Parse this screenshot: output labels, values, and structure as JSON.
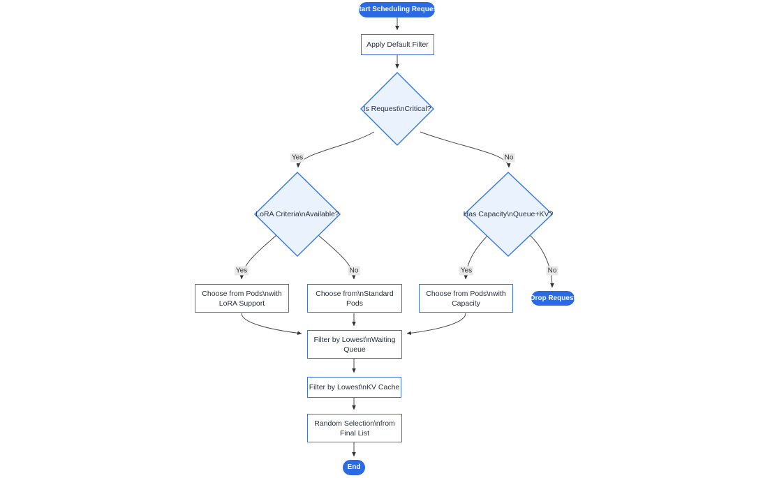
{
  "diagram": {
    "type": "flowchart",
    "direction": "top-down",
    "colors": {
      "terminal_fill": "#2b6ae0",
      "terminal_text": "#ffffff",
      "process_fill": "#ffffff",
      "process_border": "#3c74de",
      "decision_fill": "#eaf3fd",
      "decision_border": "#3b7ce8",
      "text": "#27303f",
      "edge": "#4a4a4a",
      "edge_label_bg": "#e8e8e8"
    },
    "nodes": {
      "start": {
        "label": "Start Scheduling Request",
        "shape": "stadium"
      },
      "apply_filter": {
        "label": "Apply Default Filter",
        "shape": "rect"
      },
      "is_critical": {
        "label": "Is Request\\nCritical?",
        "shape": "diamond"
      },
      "lora_criteria": {
        "label": "LoRA Criteria\\nAvailable?",
        "shape": "diamond"
      },
      "has_capacity": {
        "label": "Has Capacity\\nQueue+KV?",
        "shape": "diamond"
      },
      "choose_lora_pods": {
        "label": [
          "Choose from Pods\\nwith",
          "LoRA Support"
        ],
        "shape": "rect"
      },
      "choose_standard_pods": {
        "label": [
          "Choose from\\nStandard",
          "Pods"
        ],
        "shape": "rect"
      },
      "choose_capacity_pods": {
        "label": [
          "Choose from Pods\\nwith",
          "Capacity"
        ],
        "shape": "rect"
      },
      "drop_request": {
        "label": "Drop Request",
        "shape": "stadium"
      },
      "filter_waiting_queue": {
        "label": [
          "Filter by Lowest\\nWaiting",
          "Queue"
        ],
        "shape": "rect"
      },
      "filter_kv_cache": {
        "label": "Filter by Lowest\\nKV Cache",
        "shape": "rect"
      },
      "random_selection": {
        "label": [
          "Random Selection\\nfrom",
          "Final List"
        ],
        "shape": "rect"
      },
      "end": {
        "label": "End",
        "shape": "stadium"
      }
    },
    "edges": [
      {
        "from": "start",
        "to": "apply_filter",
        "label": ""
      },
      {
        "from": "apply_filter",
        "to": "is_critical",
        "label": ""
      },
      {
        "from": "is_critical",
        "to": "lora_criteria",
        "label": "Yes"
      },
      {
        "from": "is_critical",
        "to": "has_capacity",
        "label": "No"
      },
      {
        "from": "lora_criteria",
        "to": "choose_lora_pods",
        "label": "Yes"
      },
      {
        "from": "lora_criteria",
        "to": "choose_standard_pods",
        "label": "No"
      },
      {
        "from": "has_capacity",
        "to": "choose_capacity_pods",
        "label": "Yes"
      },
      {
        "from": "has_capacity",
        "to": "drop_request",
        "label": "No"
      },
      {
        "from": "choose_lora_pods",
        "to": "filter_waiting_queue",
        "label": ""
      },
      {
        "from": "choose_standard_pods",
        "to": "filter_waiting_queue",
        "label": ""
      },
      {
        "from": "choose_capacity_pods",
        "to": "filter_waiting_queue",
        "label": ""
      },
      {
        "from": "filter_waiting_queue",
        "to": "filter_kv_cache",
        "label": ""
      },
      {
        "from": "filter_kv_cache",
        "to": "random_selection",
        "label": ""
      },
      {
        "from": "random_selection",
        "to": "end",
        "label": ""
      }
    ]
  }
}
